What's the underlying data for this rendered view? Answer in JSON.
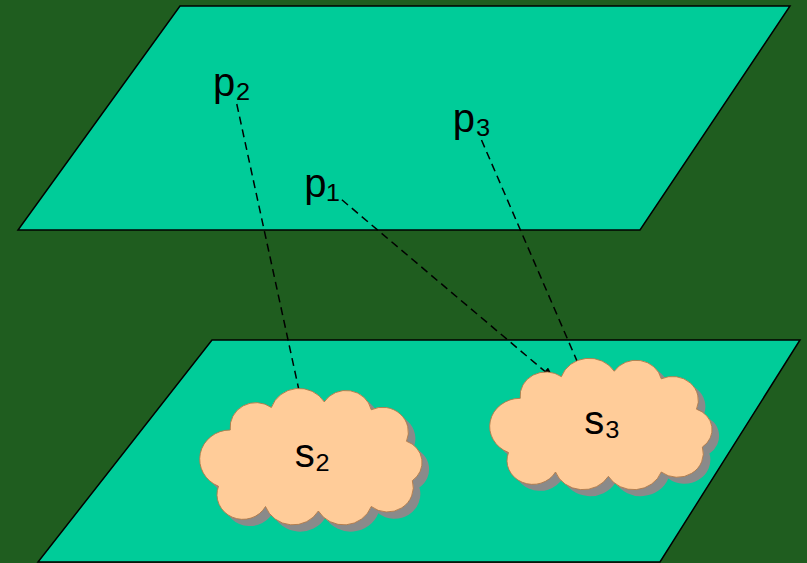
{
  "diagram": {
    "nodes": [
      {
        "text": [
          "p₂"
        ]
      },
      {
        "text": [
          "p₃"
        ]
      },
      {
        "text": [
          "p₁"
        ]
      },
      {
        "text": [
          "s₂"
        ]
      },
      {
        "text": [
          "s₃"
        ]
      }
    ],
    "edges": [
      {
        "from": 0,
        "to": 3,
        "arrow": "to"
      },
      {
        "from": 2,
        "to": 4,
        "arrow": "to"
      },
      {
        "from": 1,
        "to": 4,
        "arrow": "to"
      }
    ]
  }
}
